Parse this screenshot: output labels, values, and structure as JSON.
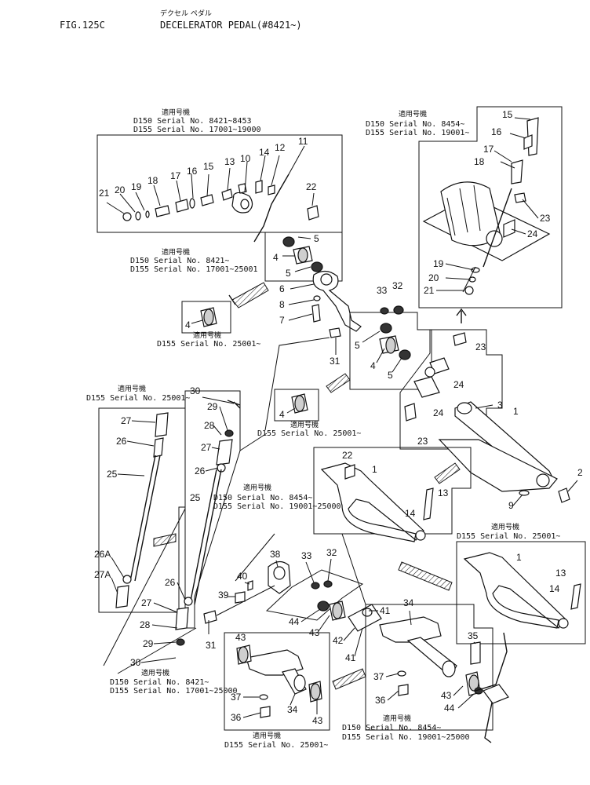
{
  "header": {
    "fig_no": "FIG.125C",
    "title_jp": "デクセル ペダル",
    "title": "DECELERATOR PEDAL(#8421~)"
  },
  "jp_label": "適用号機",
  "serial_boxes": [
    {
      "id": "top-left",
      "lines": [
        "D150  Serial No. 8421~8453",
        "D155  Serial No. 17001~19000"
      ]
    },
    {
      "id": "top-right",
      "lines": [
        "D150  Serial No. 8454~",
        "D155  Serial No. 19001~"
      ]
    },
    {
      "id": "mid-left",
      "lines": [
        "D150  Serial No. 8421~",
        "D155  Serial No. 17001~25001"
      ]
    },
    {
      "id": "small-bushing-1",
      "lines": [
        "D155  Serial No. 25001~"
      ]
    },
    {
      "id": "rod-left",
      "lines": [
        "D155  Serial No. 25001~"
      ]
    },
    {
      "id": "small-bushing-2",
      "lines": [
        "D155  Serial No. 25001~"
      ]
    },
    {
      "id": "pedal-mid",
      "lines": [
        "D150  Serial No. 8454~",
        "D155  Serial No. 19001~25000"
      ]
    },
    {
      "id": "pedal-right",
      "lines": [
        "D155  Serial No. 25001~"
      ]
    },
    {
      "id": "rod-bottom",
      "lines": [
        "D150  Serial No. 8421~",
        "D155  Serial No. 17001~25000"
      ]
    },
    {
      "id": "bracket-bottom-left",
      "lines": [
        "D155  Serial No. 25001~"
      ]
    },
    {
      "id": "bracket-bottom-right",
      "lines": [
        "D150  Serial No. 8454~",
        "D155  Serial No. 19001~25000"
      ]
    }
  ],
  "part_numbers": {
    "p1": "1",
    "p2": "2",
    "p3": "3",
    "p4": "4",
    "p5": "5",
    "p6": "6",
    "p7": "7",
    "p8": "8",
    "p9": "9",
    "p10": "10",
    "p11": "11",
    "p12": "12",
    "p13": "13",
    "p14": "14",
    "p15": "15",
    "p16": "16",
    "p17": "17",
    "p18": "18",
    "p19": "19",
    "p20": "20",
    "p21": "21",
    "p22": "22",
    "p23": "23",
    "p24": "24",
    "p25": "25",
    "p26": "26",
    "p26a": "26A",
    "p27": "27",
    "p27a": "27A",
    "p28": "28",
    "p29": "29",
    "p30": "30",
    "p31": "31",
    "p32": "32",
    "p33": "33",
    "p34": "34",
    "p35": "35",
    "p36": "36",
    "p37": "37",
    "p38": "38",
    "p39": "39",
    "p40": "40",
    "p41": "41",
    "p42": "42",
    "p43": "43",
    "p44": "44"
  }
}
